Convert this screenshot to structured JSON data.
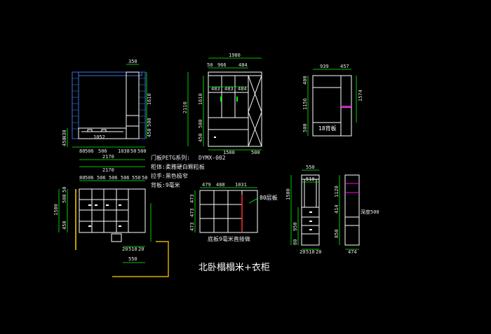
{
  "title": "北卧榻榻米+衣柜",
  "notes": {
    "door": "门板PETG系列:",
    "model": "DYMX-002",
    "carcass": "柜体:柔雅硬白颗粒板",
    "handle": "拉手:黑色极窄",
    "back": "背板:9毫米"
  },
  "labels": {
    "back18": "18背板",
    "bottom9": "底板9毫米直接做",
    "shelf80": "80层板",
    "depth500": "深度500"
  },
  "view1": {
    "top": "350",
    "right_v": [
      "1610",
      "500",
      "450"
    ],
    "left_v": [
      "430",
      "450"
    ],
    "inner": "1052",
    "bottom": [
      "80",
      "506",
      "506",
      "1038",
      "50",
      "500"
    ],
    "total1": "2170",
    "total2": "2170"
  },
  "view2": {
    "overall": "1980",
    "top": [
      "50",
      "966",
      "484"
    ],
    "inner": [
      "483",
      "483",
      "484"
    ],
    "left_v": [
      "2110",
      "1610",
      "500",
      "450"
    ],
    "bottom": [
      "1500",
      "500"
    ]
  },
  "view3": {
    "top": [
      "939",
      "457"
    ],
    "left_v": [
      "400",
      "1156",
      "500"
    ],
    "right_v": "1574"
  },
  "view4": {
    "bottom": [
      "80",
      "506",
      "506",
      "506",
      "506",
      "550",
      "50"
    ],
    "left_v": [
      "1500",
      "450",
      "500",
      "50"
    ],
    "dims_bottom": [
      "20",
      "510",
      "20"
    ],
    "bottom2": "550"
  },
  "view5": {
    "top": [
      "479",
      "488",
      "1031"
    ],
    "left_v": [
      "473",
      "473",
      "473"
    ]
  },
  "view6": {
    "top": "550",
    "top2": "510",
    "left_v": [
      "1500",
      "950",
      "80"
    ],
    "bottom": [
      "20",
      "510",
      "20"
    ]
  },
  "view7": {
    "left_v": [
      "1120",
      "414",
      "850"
    ],
    "bottom": "474"
  },
  "colors": {
    "background": "#000000",
    "line": "#ffffff",
    "dimension": "#00ff00",
    "hatch": "#3a6fd8",
    "accent": "#ff00ff",
    "red": "#ff3030"
  }
}
